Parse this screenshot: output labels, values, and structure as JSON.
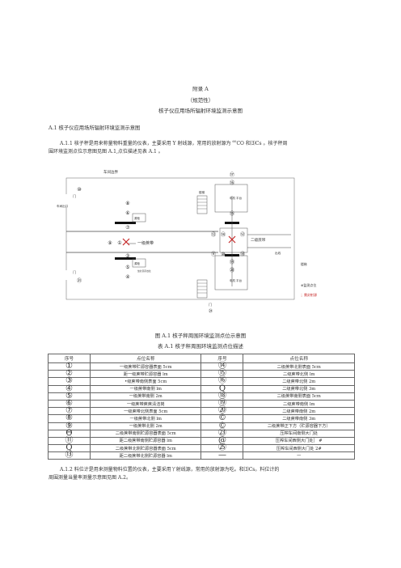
{
  "appendix": {
    "title": "附录 A",
    "note": "（规范性）",
    "subtitle": "核子仪应用场所辐射环境监测示意图"
  },
  "section": {
    "heading": "A.1 核子仪应用场所辐射环境监测示意图",
    "p1_a": "A.1.1 核子秤是用来称量物料重量的仪表，主要采用 Y 射线源，常用的放射源为 ",
    "p1_sup": "60",
    "p1_b": "CO 和⑶Cs 。核子秤周",
    "p1_c": "围环境监测点位示意图见图 A.1,点位描述见表 A.1 。"
  },
  "figure": {
    "label_top_left": "车间边界",
    "label_right_upper": "楼梯",
    "label_right_upper2": "出线",
    "label_left_gate1": "车间出口",
    "label_main_belt": "一级蔗带",
    "label_second_belt": "二级蔗带",
    "label_louti": "楼梯",
    "label_bottom_gate": "门",
    "label_source1": "源柜",
    "label_source2": "源柜",
    "label_machine1": "电机 平台",
    "label_machine2": "电机 平台",
    "legend_point": "⊕监测点位",
    "legend_source": "；需封射源",
    "markers": [
      "⑧",
      "⑥",
      "⑦",
      "⑨",
      "①",
      "②",
      "③",
      "⑤",
      "④",
      "⑩",
      "⑪",
      "⑫",
      "⑬",
      "⑭",
      "⑮",
      "⑯",
      "⑰",
      "⑱",
      "⑲",
      "⑳",
      "㉑",
      "㉒",
      "㉓",
      "㉔",
      "㉕"
    ]
  },
  "caption": {
    "figure": "图 A.1 核子秤周围环境监测点位示意图",
    "table": "表 A.1 核子秤周围环境监测点位描述"
  },
  "table": {
    "headers": [
      "序号",
      "点位名称",
      "序号",
      "点位名称"
    ],
    "rows": [
      [
        "①",
        "一级蔗带贮源容器表面 5cm",
        "⑭",
        "二级蔗带北侧表面 5cm"
      ],
      [
        "②",
        "距一级蔗带贮源容器 lm",
        "⑮",
        "二级蔗带北侧 lm"
      ],
      [
        "③",
        "•级蔗带南侧表面 5cm",
        "⑯",
        "二级蔗带北侧 2m"
      ],
      [
        "④",
        "一级蔗带南侧 lm",
        "Q",
        "二级蔗带北侧 3m"
      ],
      [
        "⑤",
        "一级蔗带南侧 2m",
        "⑱",
        "二级蔗带南侧表面 5cm"
      ],
      [
        "⑥",
        "一级蔗带蔗蔗清洁岗",
        "⑲",
        "二级蔗带南侧 lm"
      ],
      [
        "⑦",
        "一级蔗带北侧表面 5cm",
        "⑳",
        "二级蔗带南侧 2m"
      ],
      [
        "⑧",
        "一级蔗带北侧 lm",
        "©",
        "二级蔗带南侧 3m"
      ],
      [
        "⑨",
        "一级蔗带北侧 2m",
        "©",
        "二级蔗带正下方（贮源容器下方）"
      ],
      [
        "Θ",
        "二级蔗带南侧贮源容器表面 5cm",
        "㉓",
        "压榨车间南侧大门处"
      ],
      [
        "⑪",
        "距二级蔗带南侧贮源容器 lm",
        "@",
        "压榨车间西侧大门处］ #"
      ],
      [
        "Q",
        "二级蔗带北侧贮源容器表面 5cm",
        "㉕",
        "压榨车间西侧大门处 2#"
      ],
      [
        "⑬",
        "距二级蔗带北侧贮源容器 lm",
        "—",
        "一"
      ]
    ]
  },
  "footer": {
    "p2_a": "A.1.2 料位计是用来测量物料位置的仪表，主要采用丫射线源，常用的放射源为吃。和⑶Cs。料位计的",
    "p2_b": "周围测量当量率测量示意图见图 A.2。"
  },
  "colors": {
    "text": "#333333",
    "source_mark": "#c62828",
    "line": "#444444"
  }
}
